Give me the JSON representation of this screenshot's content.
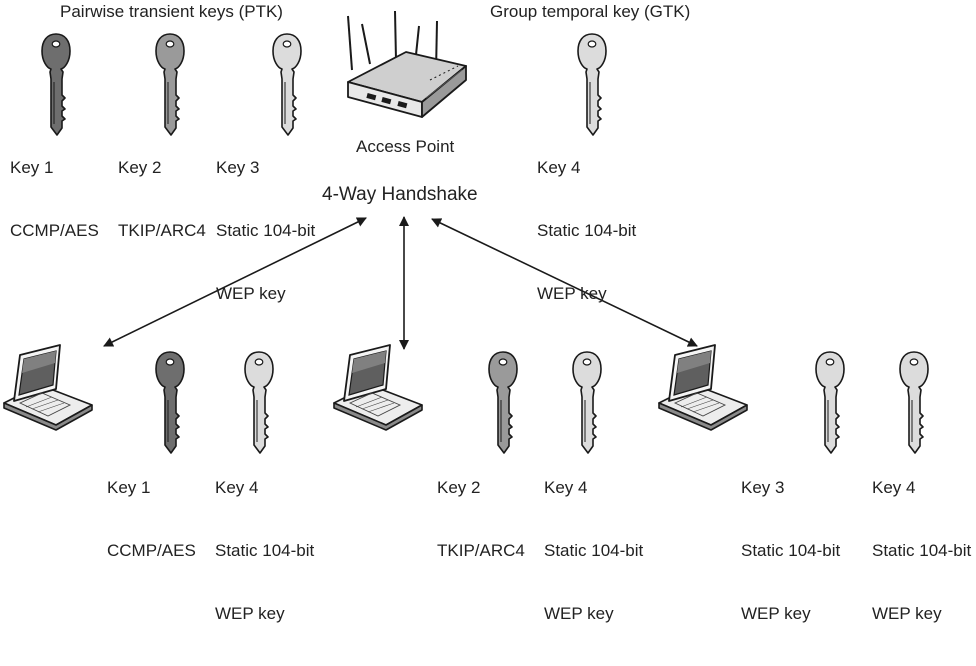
{
  "headers": {
    "ptk": "Pairwise transient keys (PTK)",
    "gtk": "Group temporal key (GTK)"
  },
  "access_point": {
    "label": "Access Point"
  },
  "handshake": {
    "label": "4-Way Handshake"
  },
  "top_keys": [
    {
      "line1": "Key 1",
      "line2": "CCMP/AES",
      "line3": "",
      "shade": "dark"
    },
    {
      "line1": "Key 2",
      "line2": "TKIP/ARC4",
      "line3": "",
      "shade": "medium"
    },
    {
      "line1": "Key 3",
      "line2": "Static 104-bit",
      "line3": "WEP key",
      "shade": "light"
    },
    {
      "line1": "Key 4",
      "line2": "Static 104-bit",
      "line3": "WEP key",
      "shade": "light"
    }
  ],
  "clients": [
    {
      "keys": [
        {
          "line1": "Key 1",
          "line2": "CCMP/AES",
          "line3": "",
          "shade": "dark"
        },
        {
          "line1": "Key 4",
          "line2": "Static 104-bit",
          "line3": "WEP key",
          "shade": "light"
        }
      ]
    },
    {
      "keys": [
        {
          "line1": "Key 2",
          "line2": "TKIP/ARC4",
          "line3": "",
          "shade": "medium"
        },
        {
          "line1": "Key 4",
          "line2": "Static 104-bit",
          "line3": "WEP key",
          "shade": "light"
        }
      ]
    },
    {
      "keys": [
        {
          "line1": "Key 3",
          "line2": "Static 104-bit",
          "line3": "WEP key",
          "shade": "light"
        },
        {
          "line1": "Key 4",
          "line2": "Static 104-bit",
          "line3": "WEP key",
          "shade": "light"
        }
      ]
    }
  ],
  "colors": {
    "dark": "#6e6e6e",
    "medium": "#9a9a9a",
    "light": "#dcdcdc",
    "stroke": "#1a1a1a"
  }
}
